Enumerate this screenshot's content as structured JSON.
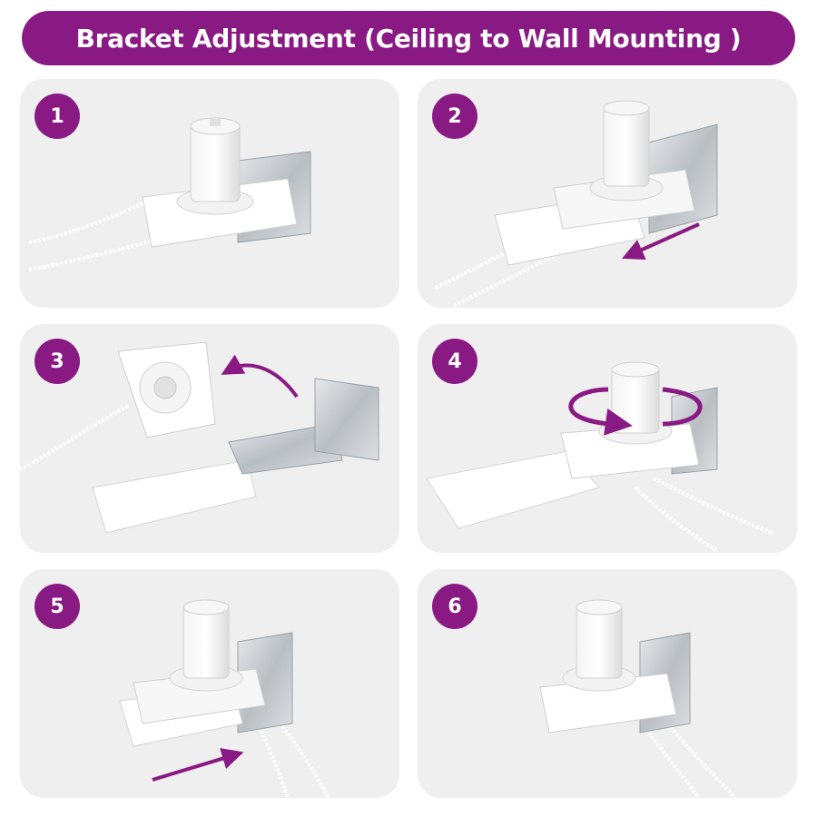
{
  "title": "Bracket Adjustment (Ceiling to Wall Mounting )",
  "accent_color": "#8a1a83",
  "steps": [
    {
      "number": "1"
    },
    {
      "number": "2"
    },
    {
      "number": "3"
    },
    {
      "number": "4"
    },
    {
      "number": "5"
    },
    {
      "number": "6"
    }
  ],
  "icons": [
    "slide-arrow-icon",
    "curved-arrow-icon",
    "rotate-arrows-icon"
  ]
}
